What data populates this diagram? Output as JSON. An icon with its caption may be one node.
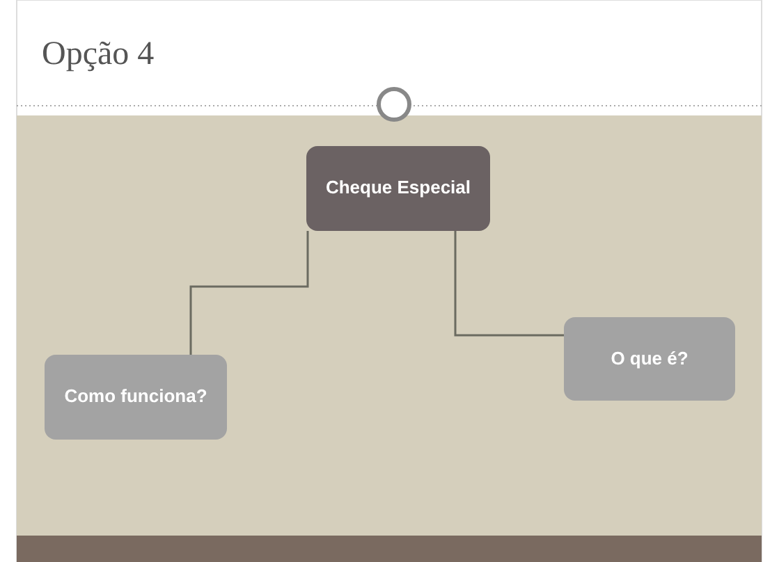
{
  "diagram": {
    "title": "Opção 4",
    "nodes": [
      {
        "text": [
          "Cheque Especial"
        ]
      },
      {
        "text": [
          "Como funciona?"
        ]
      },
      {
        "text": [
          "O que é?"
        ]
      }
    ],
    "edges": [
      {
        "from": 0,
        "to": 1,
        "arrow": "none"
      },
      {
        "from": 0,
        "to": 2,
        "arrow": "none"
      }
    ]
  }
}
